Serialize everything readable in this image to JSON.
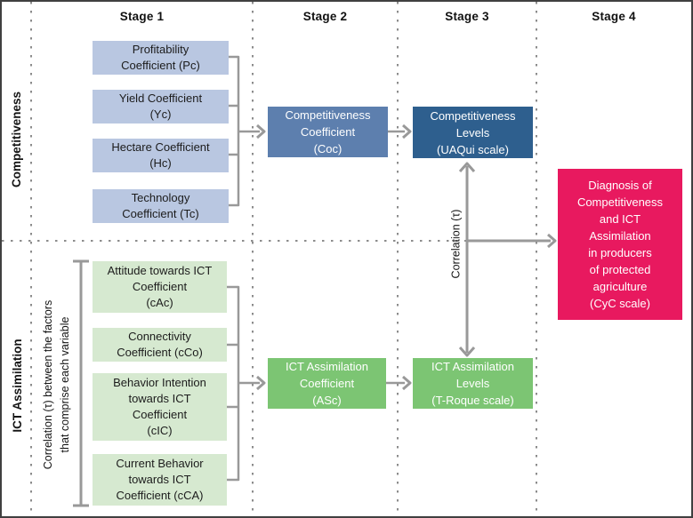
{
  "stage_headers": [
    "Stage 1",
    "Stage 2",
    "Stage 3",
    "Stage 4"
  ],
  "row_labels": {
    "competitiveness": "Competitiveness",
    "ict": "ICT Assimilation"
  },
  "side_note": "Correlation (τ) between the factors\nthat comprise each variable",
  "correlation_arrow_label": "Correlation (τ)",
  "competitiveness_row": {
    "factors": [
      "Profitability\nCoefficient (Pc)",
      "Yield Coefficient\n(Yc)",
      "Hectare Coefficient\n(Hc)",
      "Technology\nCoefficient (Tc)"
    ],
    "coefficient": "Competitiveness\nCoefficient\n(Coc)",
    "levels": "Competitiveness\nLevels\n(UAQui scale)"
  },
  "ict_row": {
    "factors": [
      "Attitude towards ICT\nCoefficient\n(cAc)",
      "Connectivity\nCoefficient (cCo)",
      "Behavior Intention\ntowards ICT\nCoefficient\n(cIC)",
      "Current Behavior\ntowards ICT\nCoefficient (cCA)"
    ],
    "coefficient": "ICT Assimilation\nCoefficient\n(ASc)",
    "levels": "ICT Assimilation\nLevels\n(T-Roque scale)"
  },
  "diagnosis": "Diagnosis of\nCompetitiveness\nand ICT\nAssimilation\nin producers\nof protected\nagriculture\n(CyC scale)",
  "colors": {
    "factor_blue": "#b9c7e1",
    "coefficient_blue": "#5d7fae",
    "levels_blue": "#2e5f8e",
    "factor_green": "#d6e9d0",
    "coefficient_green": "#7cc573",
    "diagnosis_pink": "#e8195f",
    "connector_gray": "#999999",
    "dotted_gray": "#8c8c8c",
    "border_gray": "#404040"
  }
}
